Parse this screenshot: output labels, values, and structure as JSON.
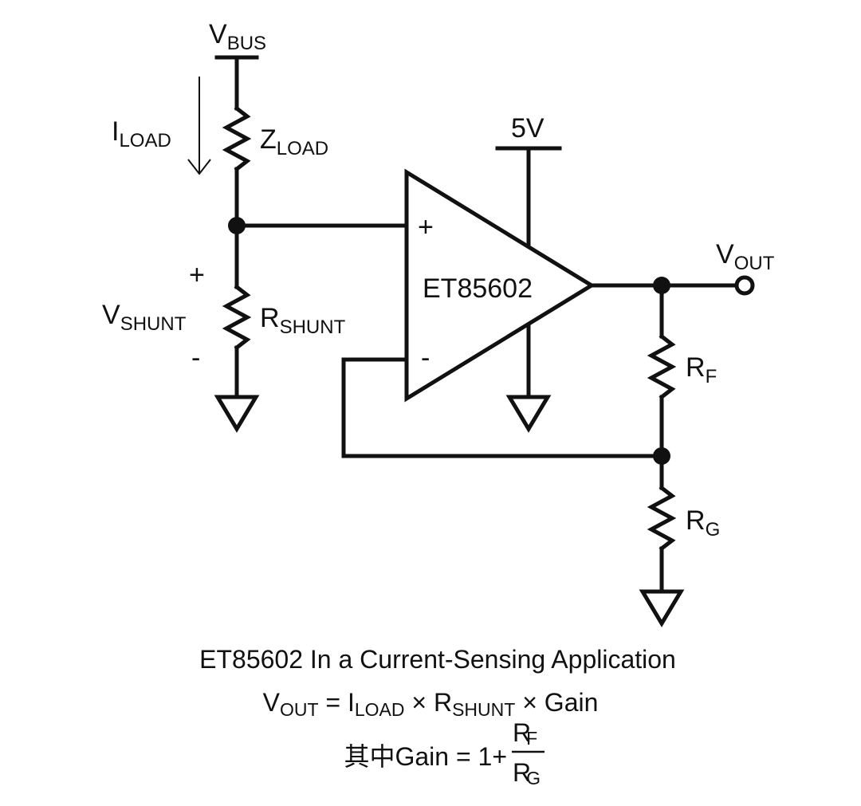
{
  "labels": {
    "vbus": {
      "main": "V",
      "sub": "BUS"
    },
    "iload": {
      "main": "I",
      "sub": "LOAD"
    },
    "zload": {
      "main": "Z",
      "sub": "LOAD"
    },
    "vshunt": {
      "main": "V",
      "sub": "SHUNT"
    },
    "rshunt": {
      "main": "R",
      "sub": "SHUNT"
    },
    "shunt_plus": "+",
    "shunt_minus": "-",
    "supply": "5V",
    "opamp_name": "ET85602",
    "opamp_plus": "+",
    "opamp_minus": "-",
    "vout": {
      "main": "V",
      "sub": "OUT"
    },
    "rf": {
      "main": "R",
      "sub": "F"
    },
    "rg": {
      "main": "R",
      "sub": "G"
    }
  },
  "caption": {
    "title": "ET85602 In a Current-Sensing Application",
    "eq1": {
      "v": "V",
      "v_sub": "OUT",
      "eq": " = ",
      "i": "I",
      "i_sub": "LOAD",
      "times1": " × ",
      "r": "R",
      "r_sub": "SHUNT",
      "times2": " × Gain"
    },
    "eq2": {
      "prefix_cjk": "其中",
      "text": "Gain = 1+",
      "num": "R",
      "num_sub": "F",
      "den": "R",
      "den_sub": "G"
    }
  },
  "colors": {
    "ink": "#111111",
    "background": "#ffffff"
  }
}
